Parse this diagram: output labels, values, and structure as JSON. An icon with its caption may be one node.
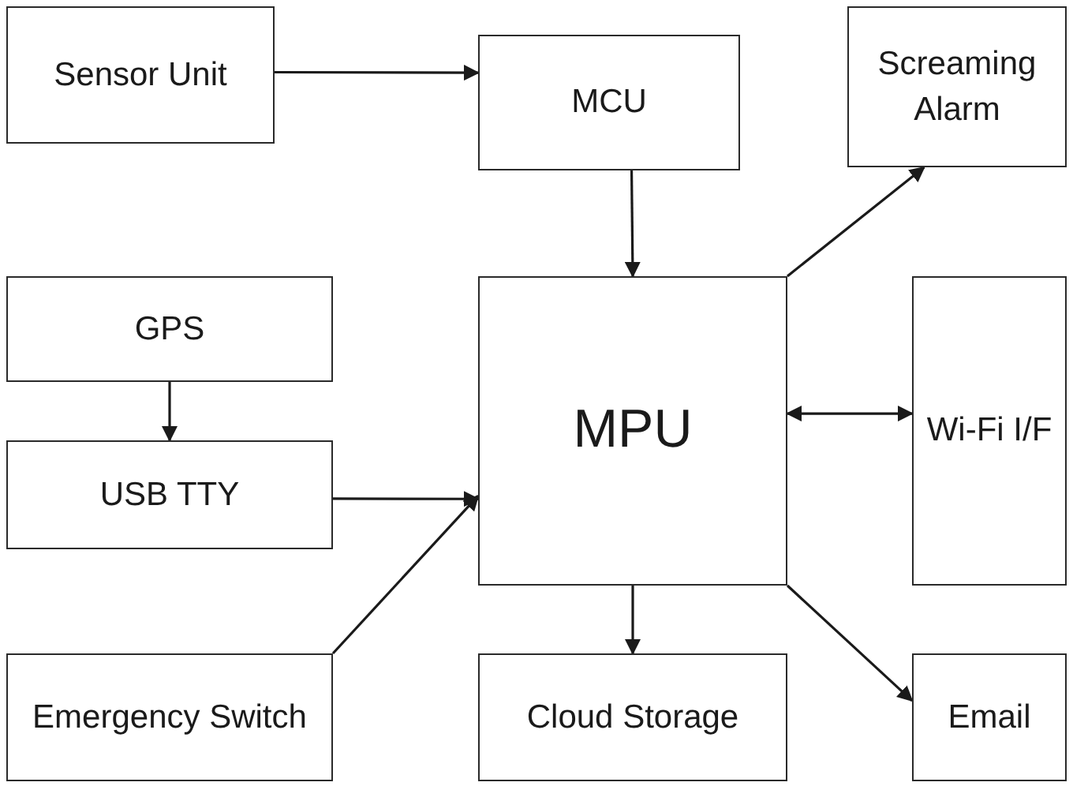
{
  "diagram": {
    "nodes": [
      {
        "text": [
          "Sensor Unit"
        ]
      },
      {
        "text": [
          "MCU"
        ]
      },
      {
        "text": [
          "Screaming Alarm"
        ]
      },
      {
        "text": [
          "GPS"
        ]
      },
      {
        "text": [
          "USB TTY"
        ]
      },
      {
        "text": [
          "MPU"
        ]
      },
      {
        "text": [
          "Wi-Fi I/F"
        ]
      },
      {
        "text": [
          "Emergency Switch"
        ]
      },
      {
        "text": [
          "Cloud Storage"
        ]
      },
      {
        "text": [
          "Email"
        ]
      }
    ],
    "edges": [
      {
        "from": 0,
        "to": 1,
        "arrow": "to"
      },
      {
        "from": 1,
        "to": 5,
        "arrow": "to"
      },
      {
        "from": 5,
        "to": 2,
        "arrow": "to"
      },
      {
        "from": 5,
        "to": 6,
        "arrow": "both"
      },
      {
        "from": 3,
        "to": 4,
        "arrow": "to"
      },
      {
        "from": 4,
        "to": 5,
        "arrow": "to"
      },
      {
        "from": 7,
        "to": 5,
        "arrow": "to"
      },
      {
        "from": 5,
        "to": 8,
        "arrow": "to"
      },
      {
        "from": 5,
        "to": 9,
        "arrow": "to"
      }
    ]
  }
}
